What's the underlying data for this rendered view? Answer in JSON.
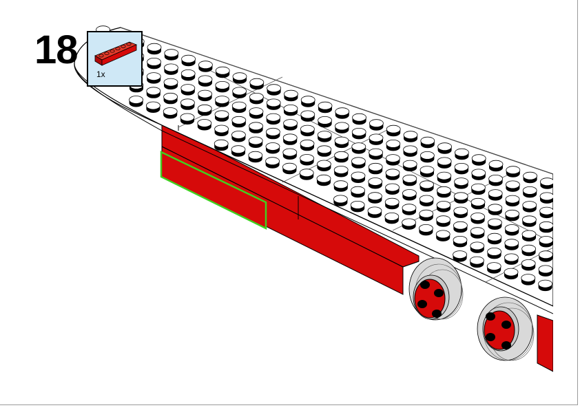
{
  "step": {
    "number": "18"
  },
  "parts_list": [
    {
      "part": "1x6 brick",
      "color": "red",
      "quantity_label": "1x"
    }
  ],
  "colors": {
    "brick_red": "#d60a0a",
    "highlight_green": "#40d020",
    "callout_background": "#cfe8f6",
    "plate_white": "#ffffff",
    "outline_black": "#000000"
  }
}
